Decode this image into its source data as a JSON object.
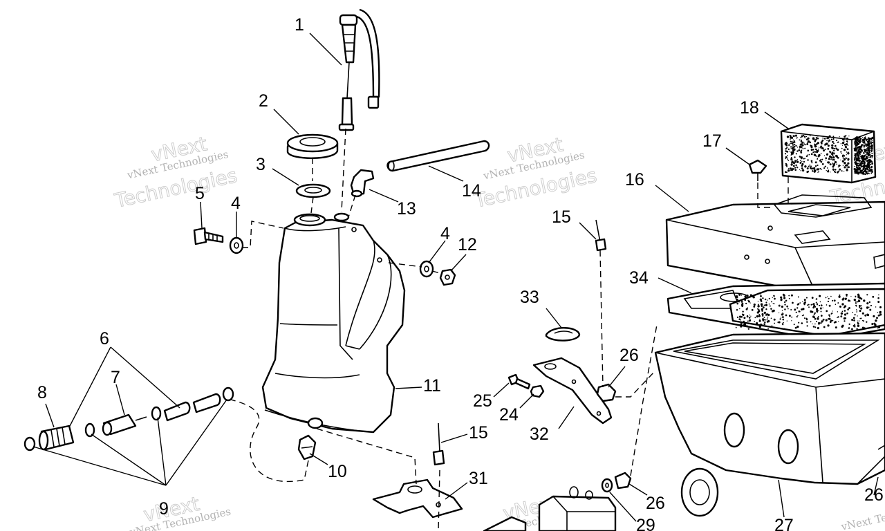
{
  "diagram": {
    "watermark": {
      "brand_top": "vNext",
      "brand_line": "vNext Technologies",
      "brand_big": "Technologies"
    },
    "callouts": [
      "1",
      "2",
      "3",
      "4",
      "5",
      "4",
      "12",
      "13",
      "14",
      "15",
      "16",
      "17",
      "18",
      "34",
      "33",
      "26",
      "25",
      "24",
      "32",
      "11",
      "6",
      "7",
      "8",
      "9",
      "10",
      "15",
      "31",
      "26",
      "29",
      "27",
      "26"
    ]
  }
}
